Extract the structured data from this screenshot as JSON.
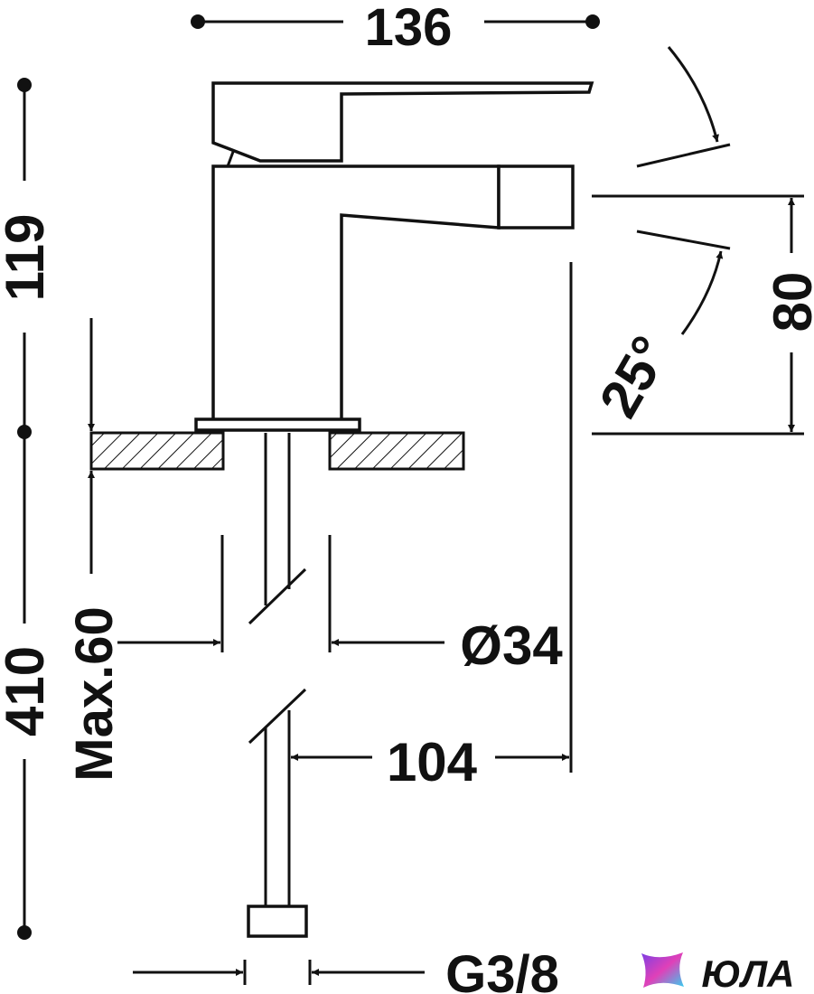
{
  "dimensions": {
    "top_width": "136",
    "height_upper": "119",
    "height_lower": "410",
    "spout_height": "80",
    "spray_angle": "25°",
    "max_counter_thickness": "Max.60",
    "shank_diameter": "Ø34",
    "spout_reach": "104",
    "thread_size": "G3/8"
  },
  "logo": {
    "text": "ЮЛА",
    "colors": {
      "gradient_start": "#7b3fe4",
      "gradient_mid": "#e040b8",
      "gradient_end": "#34d0f0",
      "text": "#2b2b2b"
    }
  }
}
